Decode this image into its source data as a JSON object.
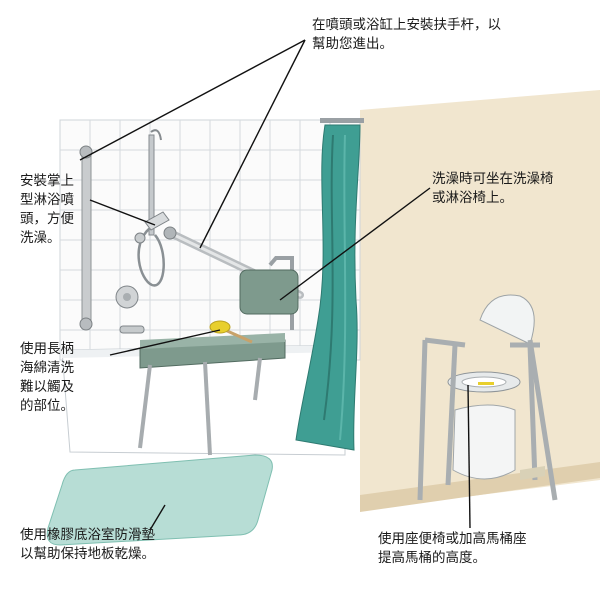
{
  "callouts": {
    "grab_bars": "在噴頭或浴缸上安裝扶手杆，以\n幫助您進出。",
    "handheld_shower": "安裝掌上\n型淋浴噴\n頭，方便\n洗澡。",
    "shower_chair": "洗澡時可坐在洗澡椅\n或淋浴椅上。",
    "long_sponge": "使用長柄\n海綿清洗\n難以觸及\n的部位。",
    "bath_mat": "使用橡膠底浴室防滑墊\n以幫助保持地板乾燥。",
    "commode": "使用座便椅或加高馬桶座\n提高馬桶的高度。"
  },
  "colors": {
    "curtain": "#3f9e93",
    "mat": "#b7ddd5",
    "seat": "#7e9a8d",
    "sponge": "#e8cf2d",
    "wall_right": "#f1e6cf",
    "tile": "#ffffff",
    "leader": "#111111"
  }
}
